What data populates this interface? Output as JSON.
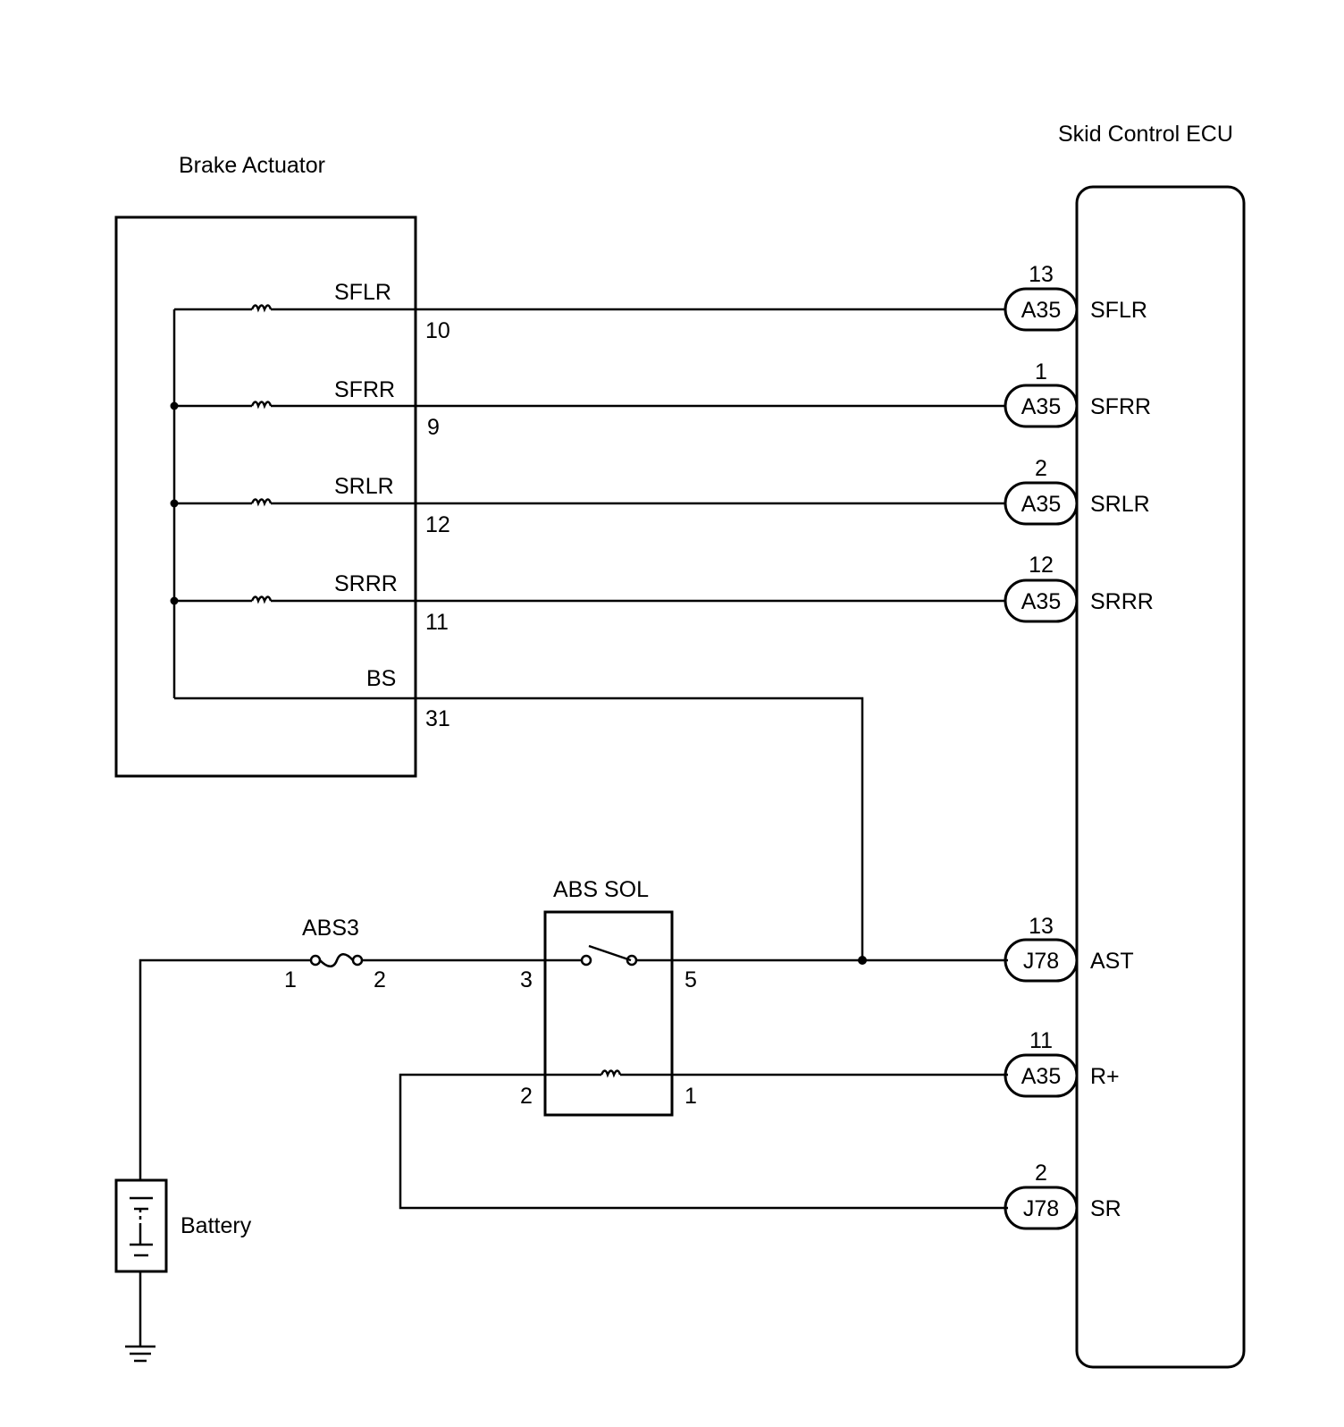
{
  "components": {
    "brake_actuator": {
      "title": "Brake Actuator"
    },
    "ecu": {
      "title": "Skid Control ECU"
    },
    "relay": {
      "title": "ABS SOL"
    },
    "fuse": {
      "title": "ABS3",
      "pin_in": "1",
      "pin_out": "2"
    },
    "battery": {
      "title": "Battery"
    }
  },
  "actuator_terminals": [
    {
      "signal": "SFLR",
      "pin": "10"
    },
    {
      "signal": "SFRR",
      "pin": "9"
    },
    {
      "signal": "SRLR",
      "pin": "12"
    },
    {
      "signal": "SRRR",
      "pin": "11"
    },
    {
      "signal": "BS",
      "pin": "31"
    }
  ],
  "ecu_terminals": [
    {
      "pin": "13",
      "connector": "A35",
      "signal": "SFLR"
    },
    {
      "pin": "1",
      "connector": "A35",
      "signal": "SFRR"
    },
    {
      "pin": "2",
      "connector": "A35",
      "signal": "SRLR"
    },
    {
      "pin": "12",
      "connector": "A35",
      "signal": "SRRR"
    },
    {
      "pin": "13",
      "connector": "J78",
      "signal": "AST"
    },
    {
      "pin": "11",
      "connector": "A35",
      "signal": "R+"
    },
    {
      "pin": "2",
      "connector": "J78",
      "signal": "SR"
    }
  ],
  "relay_pins": {
    "switch_in": "3",
    "switch_out": "5",
    "coil_in": "2",
    "coil_out": "1"
  }
}
